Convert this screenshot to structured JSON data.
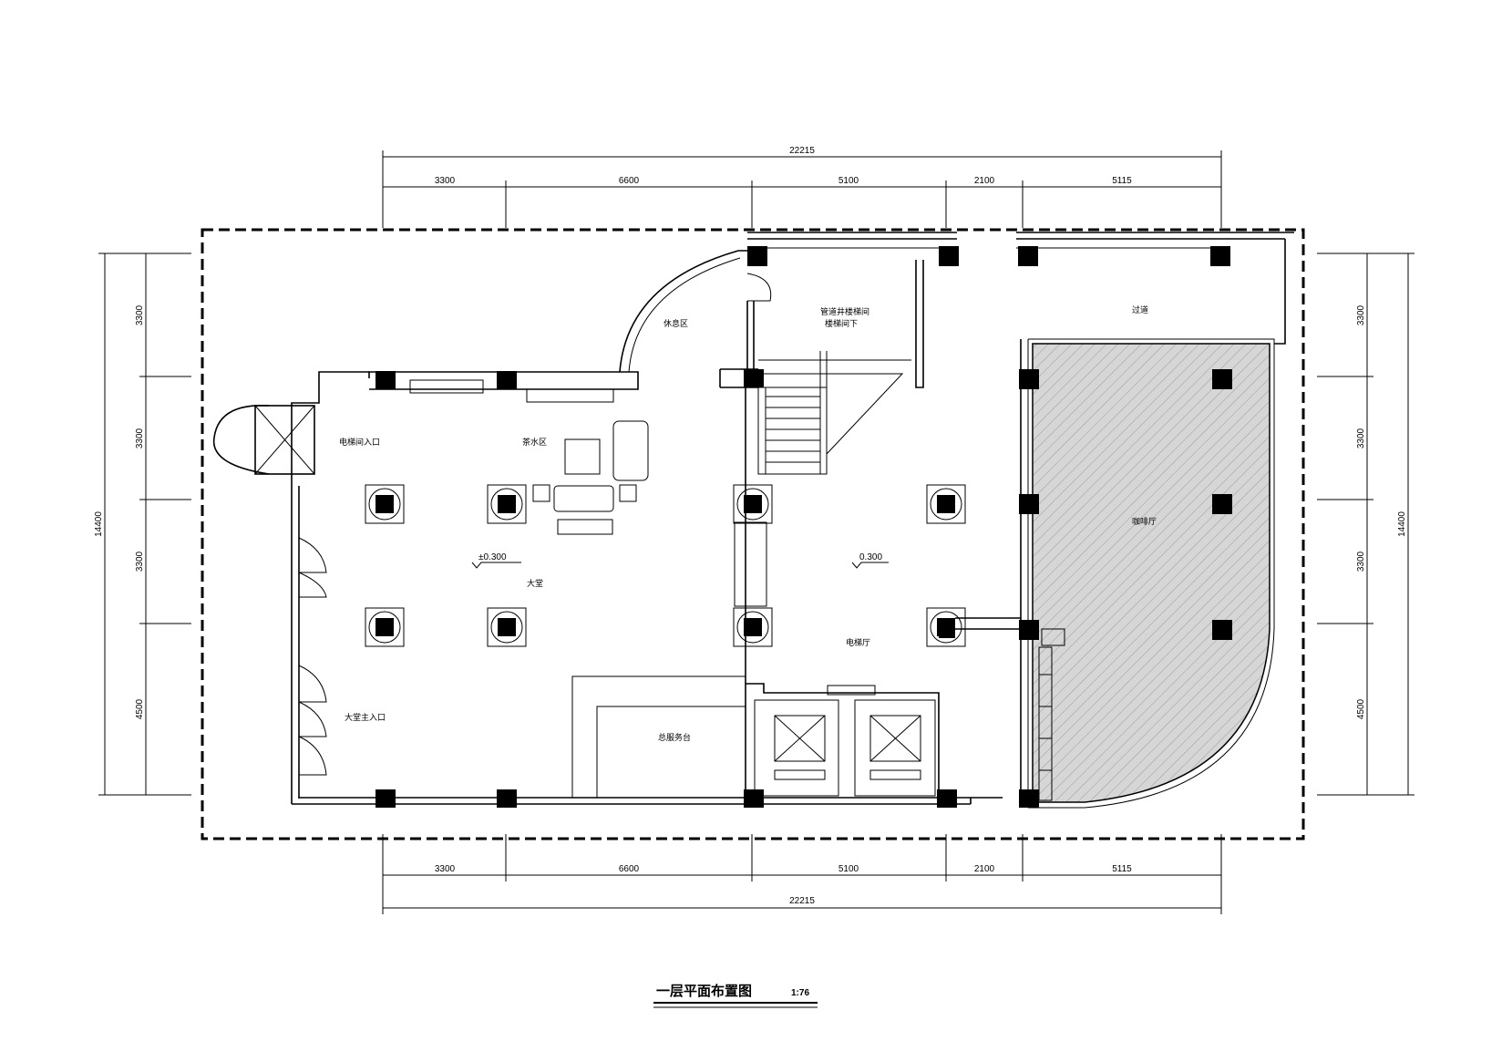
{
  "drawing": {
    "title": "一层平面布置图",
    "scale": "1:76"
  },
  "dimensions": {
    "total_width": "22215",
    "top_segments": [
      "3300",
      "6600",
      "5100",
      "2100",
      "5115"
    ],
    "bottom_segments": [
      "3300",
      "6600",
      "5100",
      "2100",
      "5115"
    ],
    "total_height": "14400",
    "left_segments": [
      "3300",
      "3300",
      "3300",
      "4500"
    ],
    "right_segments": [
      "3300",
      "3300",
      "3300",
      "4500"
    ]
  },
  "rooms": {
    "elevator_entry": "电梯间入口",
    "rest_area": "休息区",
    "lobby": "大堂",
    "lobby_main_entry": "大堂主入口",
    "lounge": "茶水区",
    "stair_note_1": "管道井楼梯间",
    "stair_note_2": "楼梯间下",
    "corridor": "过道",
    "cafe": "咖啡厅",
    "elevator_hall": "电梯厅",
    "reception": "总服务台"
  },
  "levels": {
    "lobby": "±0.300",
    "hall": "0.300"
  },
  "colors": {
    "line": "#000000",
    "hatch": "#dcdcdc",
    "background": "#ffffff"
  }
}
